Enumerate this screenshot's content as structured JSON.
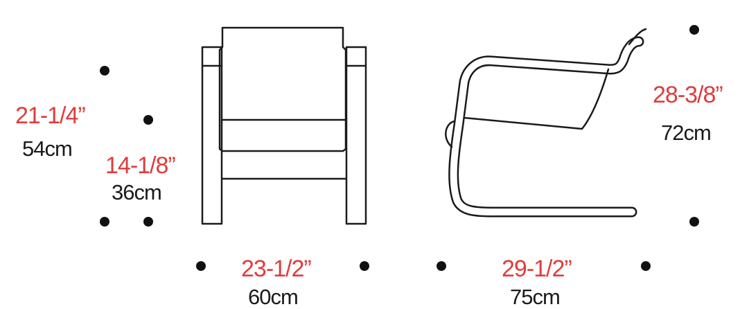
{
  "colors": {
    "imperial": "#e03c3c",
    "metric": "#1a1a1a",
    "marker": "#111111",
    "line": "#1a1a1a"
  },
  "dimensions": {
    "seat_height": {
      "imperial": "14-1/8”",
      "metric": "36cm"
    },
    "arm_height": {
      "imperial": "21-1/4”",
      "metric": "54cm"
    },
    "width": {
      "imperial": "23-1/2”",
      "metric": "60cm"
    },
    "depth": {
      "imperial": "29-1/2”",
      "metric": "75cm"
    },
    "height": {
      "imperial": "28-3/8”",
      "metric": "72cm"
    }
  }
}
